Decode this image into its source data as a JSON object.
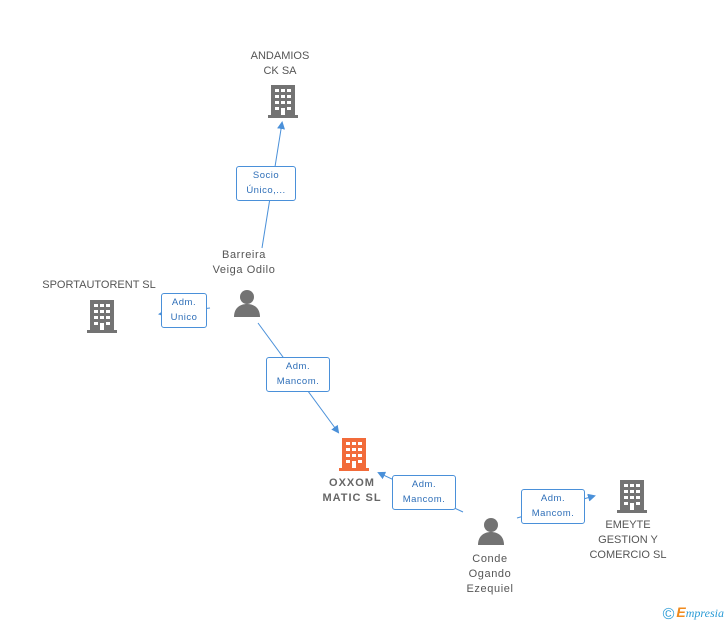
{
  "colors": {
    "edge": "#4a90d9",
    "company": "#737373",
    "focus_company": "#f26b3a",
    "person": "#737373"
  },
  "nodes": {
    "andamios": {
      "line1": "ANDAMIOS",
      "line2": "CK SA",
      "icon": "building-icon"
    },
    "sportautorent": {
      "line1": "SPORTAUTORENT SL",
      "icon": "building-icon"
    },
    "barreira": {
      "line1": "Barreira",
      "line2": "Veiga Odilo",
      "icon": "person-icon"
    },
    "oxxom": {
      "line1": "OXXOM",
      "line2": "MATIC SL",
      "icon": "building-icon"
    },
    "emeyte": {
      "line1": "EMEYTE",
      "line2": "GESTION Y",
      "line3": "COMERCIO SL",
      "icon": "building-icon"
    },
    "conde": {
      "line1": "Conde",
      "line2": "Ogando",
      "line3": "Ezequiel",
      "icon": "person-icon"
    }
  },
  "edges": {
    "socio": {
      "line1": "Socio",
      "line2": "Único,..."
    },
    "adm_unico": {
      "line1": "Adm.",
      "line2": "Unico"
    },
    "adm_mancom_1": {
      "line1": "Adm.",
      "line2": "Mancom."
    },
    "adm_mancom_2": {
      "line1": "Adm.",
      "line2": "Mancom."
    },
    "adm_mancom_3": {
      "line1": "Adm.",
      "line2": "Mancom."
    }
  },
  "brand": {
    "symbol": "©",
    "e": "E",
    "rest": "mpresia"
  }
}
